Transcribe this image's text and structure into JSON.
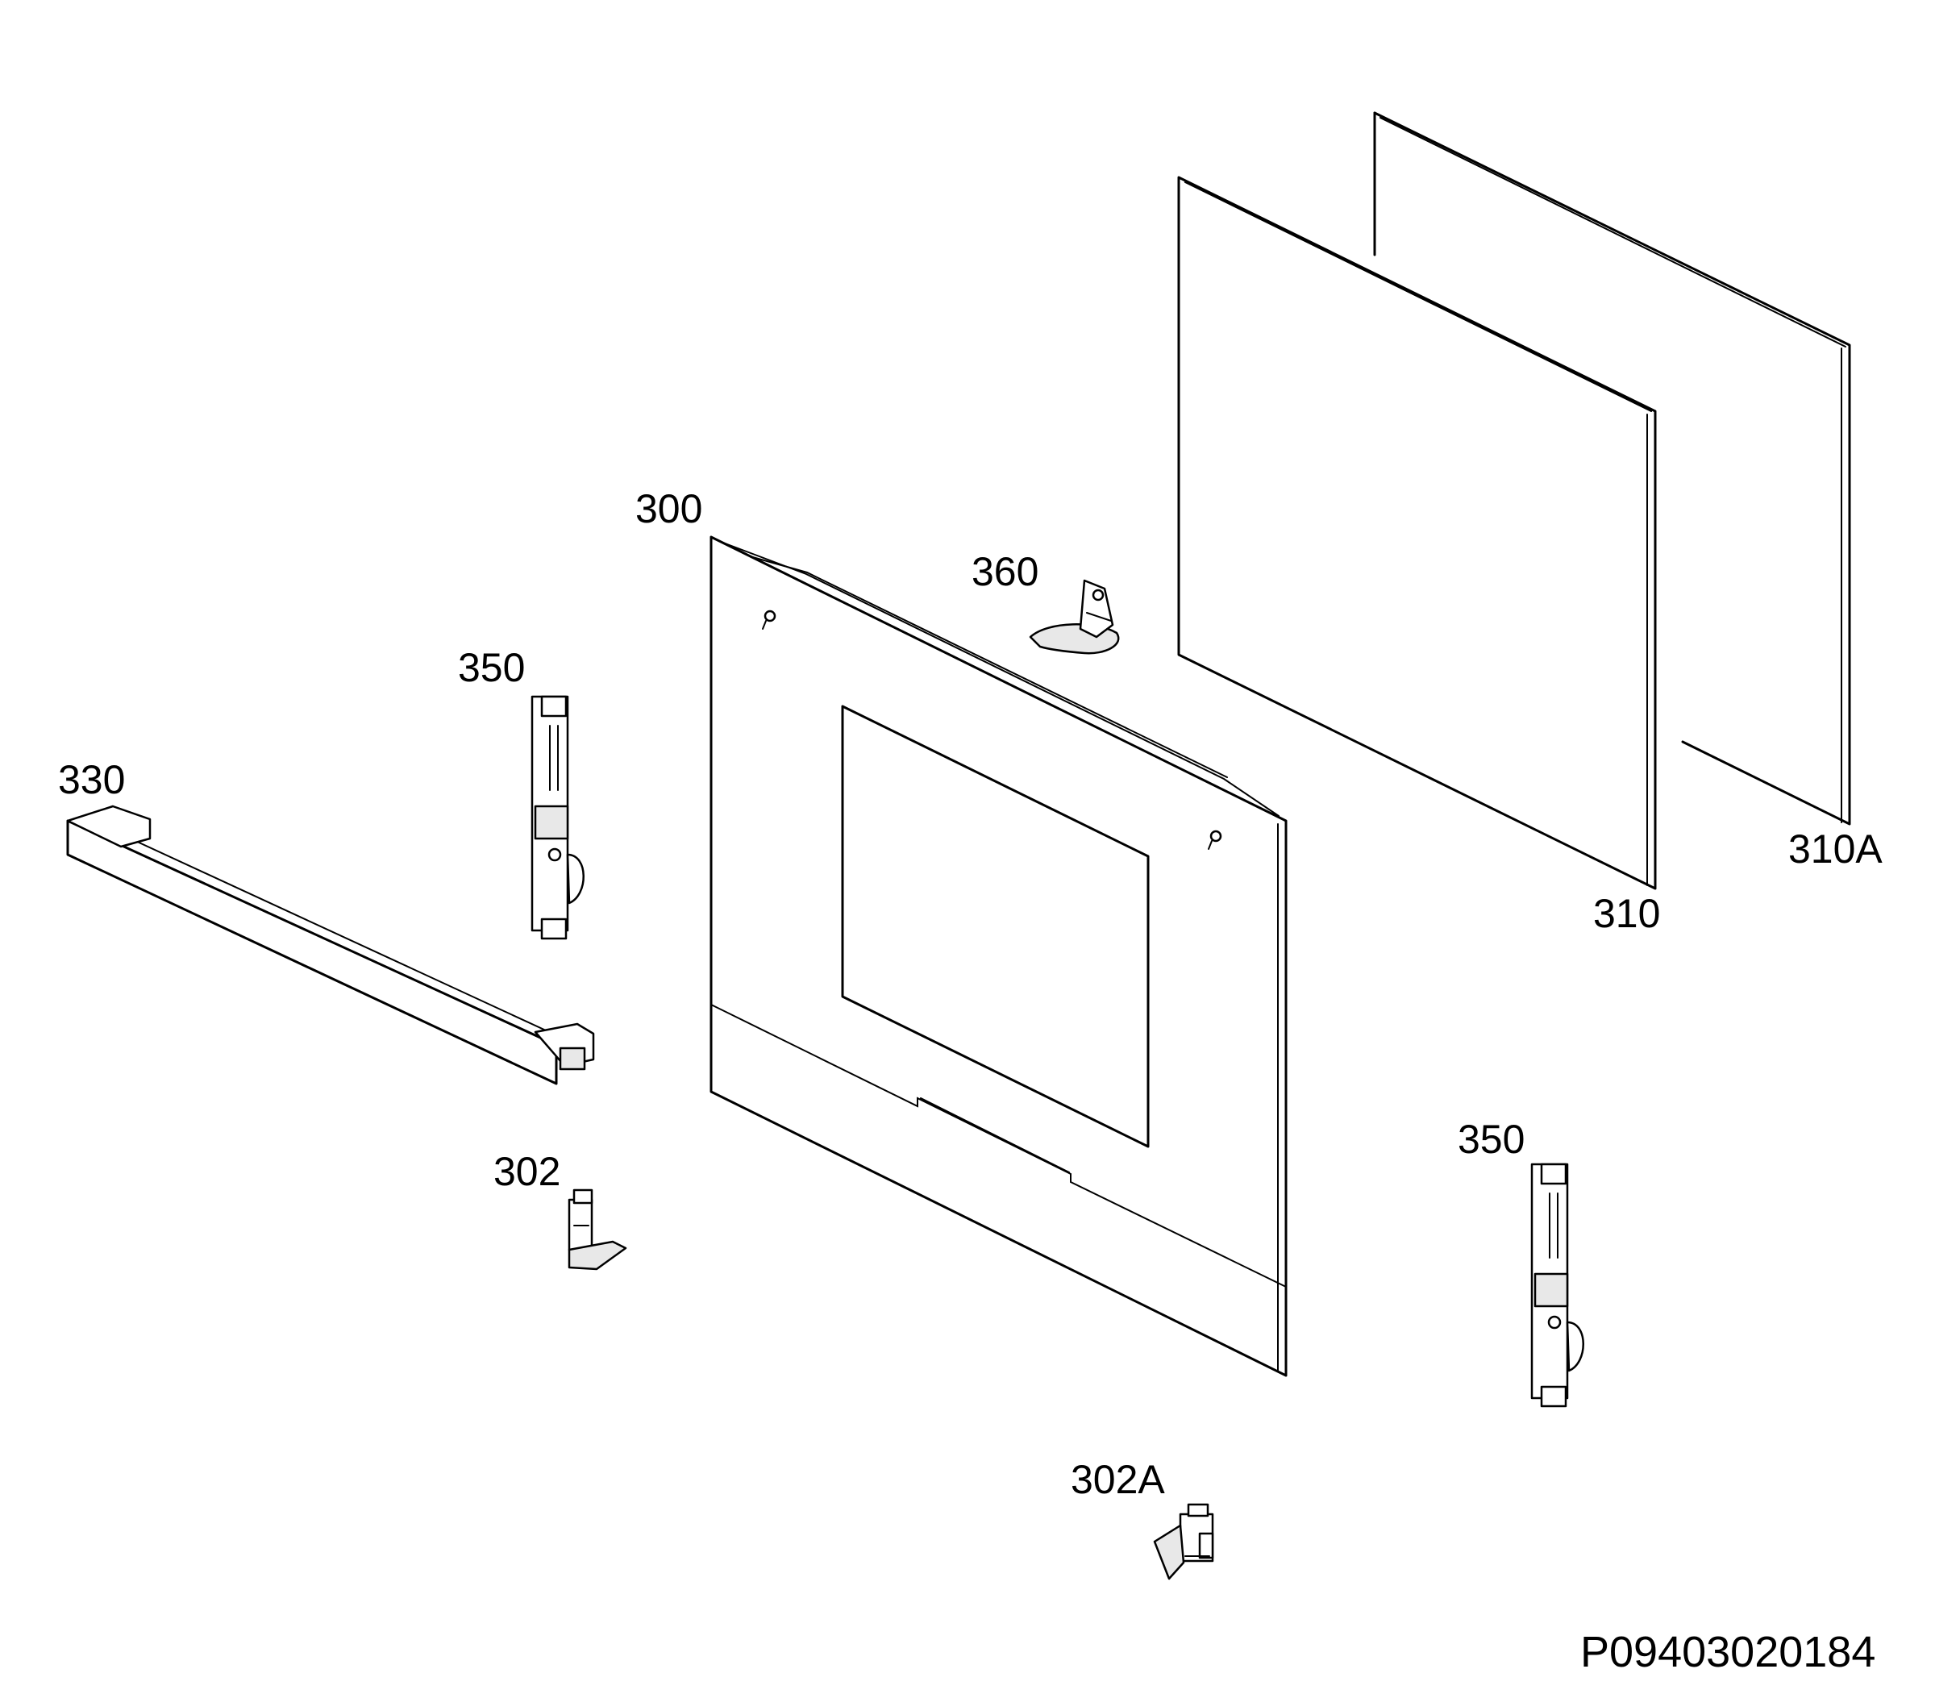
{
  "labels": {
    "p300": "300",
    "p302": "302",
    "p302a": "302A",
    "p310": "310",
    "p310a": "310A",
    "p330": "330",
    "p350_left": "350",
    "p350_right": "350",
    "p360": "360"
  },
  "document_id": "P09403020184"
}
